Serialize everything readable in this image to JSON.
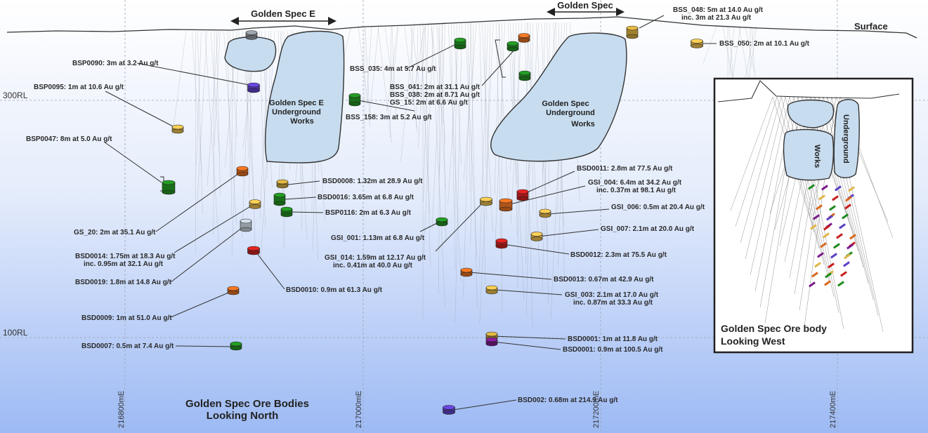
{
  "surface_label": "Surface",
  "rl_labels": [
    "300RL",
    "100RL"
  ],
  "easting_labels": [
    "216800mE",
    "217000mE",
    "217200mE",
    "217400mE"
  ],
  "arrow_labels": [
    "Golden Spec E",
    "Golden Spec"
  ],
  "works_left": [
    "Golden Spec E",
    "Underground",
    "Works"
  ],
  "works_right": [
    "Golden Spec",
    "Underground",
    "Works"
  ],
  "title": [
    "Golden Spec Ore Bodies",
    "Looking North"
  ],
  "inset": {
    "title": [
      "Golden Spec Ore body",
      "Looking West"
    ],
    "works_a": "Works",
    "works_b": "Underground"
  },
  "intercepts": [
    {
      "id": "bsp0090",
      "lines": [
        "BSP0090: 3m at 3.2 Au g/t"
      ],
      "color": "#5b3fc4"
    },
    {
      "id": "bsp0095",
      "lines": [
        "BSP0095: 1m at 10.6 Au g/t"
      ],
      "color": "#e0b64a"
    },
    {
      "id": "bsp0047",
      "lines": [
        "BSP0047: 8m at 5.0 Au g/t"
      ],
      "color": "#1f8a1f"
    },
    {
      "id": "gs20",
      "lines": [
        "GS_20: 2m at 35.1 Au g/t"
      ],
      "color": "#d9691e"
    },
    {
      "id": "bsd0014",
      "lines": [
        "BSD0014: 1.75m at 18.3 Au g/t",
        "inc. 0.95m at 32.1 Au g/t"
      ],
      "color": "#e0b64a"
    },
    {
      "id": "bsd0019",
      "lines": [
        "BSD0019: 1.8m at 14.8 Au g/t"
      ],
      "color": "#b8c4cc"
    },
    {
      "id": "bsd0010",
      "lines": [
        "BSD0010: 0.9m at 61.3 Au g/t"
      ],
      "color": "#c81e1e"
    },
    {
      "id": "bsd0009",
      "lines": [
        "BSD0009: 1m at 51.0 Au g/t"
      ],
      "color": "#d9691e"
    },
    {
      "id": "bsd0007",
      "lines": [
        "BSD0007: 0.5m at 7.4 Au g/t"
      ],
      "color": "#1f8a1f"
    },
    {
      "id": "bsd0008",
      "lines": [
        "BSD0008: 1.32m at 28.9 Au g/t"
      ],
      "color": "#c8a23a"
    },
    {
      "id": "bsd0016",
      "lines": [
        "BSD0016: 3.65m at 6.8 Au g/t"
      ],
      "color": "#1f8a1f"
    },
    {
      "id": "bsp0116",
      "lines": [
        "BSP0116: 2m at 6.3 Au g/t"
      ],
      "color": "#1f8a1f"
    },
    {
      "id": "bss035",
      "lines": [
        "BSS_035: 4m at 5.7 Au g/t"
      ],
      "color": "#1f8a1f"
    },
    {
      "id": "bss158",
      "lines": [
        "BSS_158: 3m at 5.2 Au g/t"
      ],
      "color": "#1f8a1f"
    },
    {
      "id": "bss041",
      "lines": [
        "BSS_041: 2m at 31.1 Au g/t",
        "BSS_038: 2m at 8.71 Au g/t",
        "GS_15: 2m at 6.6 Au g/t"
      ],
      "color": "#1f8a1f"
    },
    {
      "id": "bss048",
      "lines": [
        "BSS_048: 5m at 14.0 Au g/t",
        "inc. 3m at 21.3 Au g/t"
      ],
      "color": "#c8a23a"
    },
    {
      "id": "bss050",
      "lines": [
        "BSS_050: 2m at 10.1 Au g/t"
      ],
      "color": "#e0b64a"
    },
    {
      "id": "bsd0011",
      "lines": [
        "BSD0011: 2.8m at 77.5 Au g/t"
      ],
      "color": "#c81e1e"
    },
    {
      "id": "gsi004",
      "lines": [
        "GSI_004: 6.4m at 34.2 Au g/t",
        "inc. 0.37m at 98.1 Au g/t"
      ],
      "color": "#d9691e"
    },
    {
      "id": "gsi006",
      "lines": [
        "GSI_006: 0.5m at 20.4 Au g/t"
      ],
      "color": "#e0b64a"
    },
    {
      "id": "gsi007",
      "lines": [
        "GSI_007: 2.1m at 20.0 Au g/t"
      ],
      "color": "#e0b64a"
    },
    {
      "id": "gsi001",
      "lines": [
        "GSI_001: 1.13m at 6.8 Au g/t"
      ],
      "color": "#1f8a1f"
    },
    {
      "id": "gsi014",
      "lines": [
        "GSI_014: 1.59m at 12.17 Au g/t",
        "inc. 0.41m at 40.0 Au g/t"
      ],
      "color": "#e0b64a"
    },
    {
      "id": "bsd0012",
      "lines": [
        "BSD0012: 2.3m at 75.5 Au g/t"
      ],
      "color": "#c81e1e"
    },
    {
      "id": "bsd0013",
      "lines": [
        "BSD0013: 0.67m at 42.9 Au g/t"
      ],
      "color": "#d9691e"
    },
    {
      "id": "gsi003",
      "lines": [
        "GSI_003: 2.1m at 17.0 Au g/t",
        "inc. 0.87m at 33.3 Au g/t"
      ],
      "color": "#e0b64a"
    },
    {
      "id": "bsd0001a",
      "lines": [
        "BSD0001: 1m at 11.8 Au g/t"
      ],
      "color": "#c8a23a"
    },
    {
      "id": "bsd0001b",
      "lines": [
        "BSD0001: 0.9m at 100.5 Au g/t"
      ],
      "color": "#7a1a8a"
    },
    {
      "id": "bsd002",
      "lines": [
        "BSD002: 0.68m at 214.9 Au g/t"
      ],
      "color": "#5b3fc4"
    }
  ]
}
